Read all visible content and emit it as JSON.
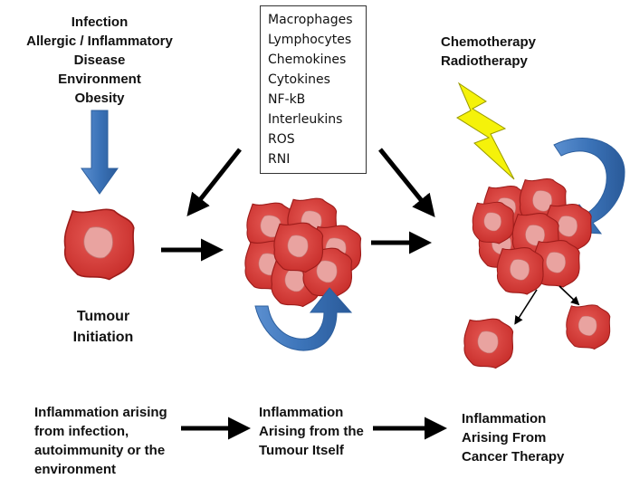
{
  "causes": [
    "Infection",
    "Allergic / Inflammatory Disease",
    "Environment",
    "Obesity"
  ],
  "factors": [
    "Macrophages",
    "Lymphocytes",
    "Chemokines",
    "Cytokines",
    "NF-kB",
    "Interleukins",
    "ROS",
    "RNI"
  ],
  "therapy": [
    "Chemotherapy",
    "Radiotherapy"
  ],
  "initiation_label": [
    "Tumour",
    "Initiation"
  ],
  "bottom": {
    "left": [
      "Inflammation arising",
      "from infection,",
      "autoimmunity or the",
      "environment"
    ],
    "middle": [
      "Inflammation",
      "Arising from the",
      "Tumour Itself"
    ],
    "right": [
      "Inflammation",
      "Arising From",
      "Cancer Therapy"
    ]
  },
  "colors": {
    "cell_fill": "#d83a36",
    "cell_edge": "#9e1d1b",
    "nucleus": "#e9a3a0",
    "blue_arrow": "#3b73b8",
    "bolt": "#f5f20a",
    "black_arrow": "#000000"
  }
}
